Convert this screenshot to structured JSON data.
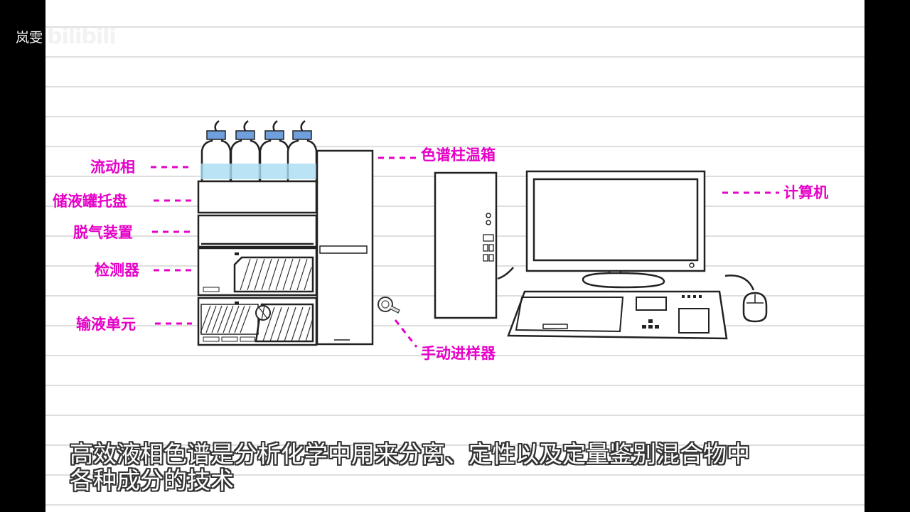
{
  "watermark": {
    "author": "岚雯",
    "logo": "bilibili"
  },
  "diagram": {
    "labels": {
      "mobile_phase": "流动相",
      "reservoir_tray": "储液罐托盘",
      "degasser": "脱气装置",
      "detector": "检测器",
      "pump": "输液单元",
      "column_oven": "色谱柱温箱",
      "computer": "计算机",
      "manual_injector": "手动进样器"
    },
    "colors": {
      "label": "#e600c8",
      "ink": "#222222",
      "liquid": "#a9dcf2",
      "cap": "#6f9fdc",
      "ruled_line": "#d4d4d4"
    }
  },
  "subtitle": {
    "line1": "高效液相色谱是分析化学中用来分离、定性以及定量鉴别混合物中",
    "line2": "各种成分的技术"
  }
}
